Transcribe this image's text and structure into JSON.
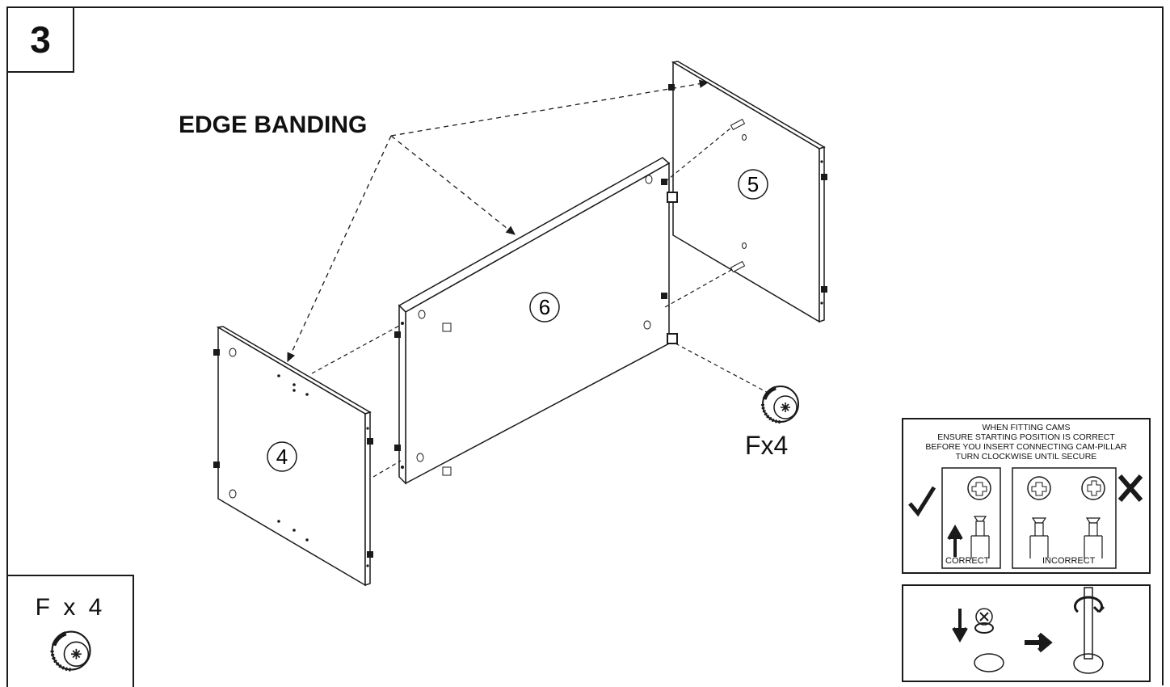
{
  "step": {
    "number": "3"
  },
  "labels": {
    "edge_banding": "EDGE BANDING",
    "hardware_callout": "Fx4"
  },
  "panels": [
    {
      "id": "panel-4",
      "label": "4"
    },
    {
      "id": "panel-5",
      "label": "5"
    },
    {
      "id": "panel-6",
      "label": "6"
    }
  ],
  "parts": {
    "label": "F x 4",
    "icon": "cam-lock-icon"
  },
  "cam_instructions": {
    "lines": [
      "WHEN FITTING CAMS",
      "ENSURE STARTING POSITION IS CORRECT",
      "BEFORE YOU INSERT CONNECTING CAM-PILLAR",
      "TURN CLOCKWISE UNTIL SECURE"
    ],
    "correct_label": "CORRECT",
    "incorrect_label": "INCORRECT",
    "check_icon": "check-icon",
    "cross_icon": "cross-icon"
  },
  "colors": {
    "line": "#1a1a1a",
    "background": "#ffffff"
  }
}
